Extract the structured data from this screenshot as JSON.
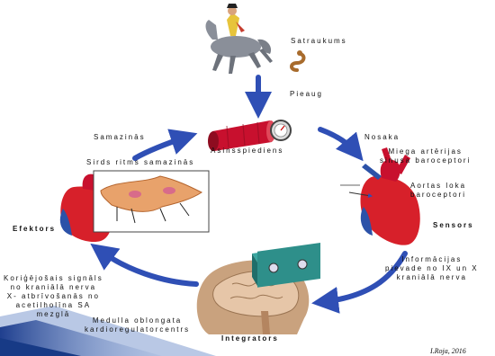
{
  "labels": {
    "satraukums": "Satraukums",
    "pieaug": "Pieaug",
    "asinsspiediens": "Asinsspiediens",
    "samazinas": "Samazinās",
    "nosaka": "Nosaka",
    "miega": "Miega artērijas\nsinusa baroceptori",
    "aortas": "Aortas loka\nbaroceptori",
    "sensors": "Sensors",
    "sirds": "Sirds ritms samazinās",
    "efektors": "Efektors",
    "informacijas": "Informācijas\npievade no IX un X\nkraniālā nerva",
    "korigejosais": "Koriģējošais signāls\nno kraniālā nerva\nX- atbrīvošanās no\nacetilholīna SA\nmezglā",
    "medulla": "Medulla oblongata\nkardioregulatorcentrs",
    "integrators": "Integrators"
  },
  "credit": "I.Roja, 2016",
  "colors": {
    "arrow": "#2f4fb5",
    "heart_red": "#d7202a",
    "heart_blue": "#2c52a8",
    "vessel_red": "#c8102e",
    "brain_tan": "#c9a27e"
  }
}
